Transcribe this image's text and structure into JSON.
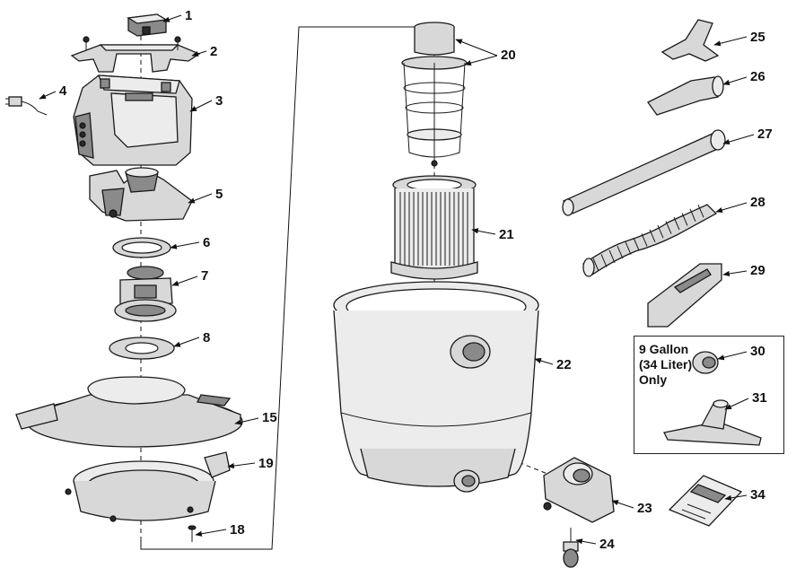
{
  "callouts": [
    {
      "id": "1",
      "label": "1"
    },
    {
      "id": "2",
      "label": "2"
    },
    {
      "id": "3",
      "label": "3"
    },
    {
      "id": "4",
      "label": "4"
    },
    {
      "id": "5",
      "label": "5"
    },
    {
      "id": "6",
      "label": "6"
    },
    {
      "id": "7",
      "label": "7"
    },
    {
      "id": "8",
      "label": "8"
    },
    {
      "id": "15",
      "label": "15"
    },
    {
      "id": "19",
      "label": "19"
    },
    {
      "id": "18",
      "label": "18"
    },
    {
      "id": "20",
      "label": "20"
    },
    {
      "id": "21",
      "label": "21"
    },
    {
      "id": "22",
      "label": "22"
    },
    {
      "id": "23",
      "label": "23"
    },
    {
      "id": "24",
      "label": "24"
    },
    {
      "id": "25",
      "label": "25"
    },
    {
      "id": "26",
      "label": "26"
    },
    {
      "id": "27",
      "label": "27"
    },
    {
      "id": "28",
      "label": "28"
    },
    {
      "id": "29",
      "label": "29"
    },
    {
      "id": "30",
      "label": "30"
    },
    {
      "id": "31",
      "label": "31"
    },
    {
      "id": "34",
      "label": "34"
    }
  ],
  "note": {
    "line1": "9 Gallon",
    "line2": "(34 Liter)",
    "line3": "Only"
  }
}
